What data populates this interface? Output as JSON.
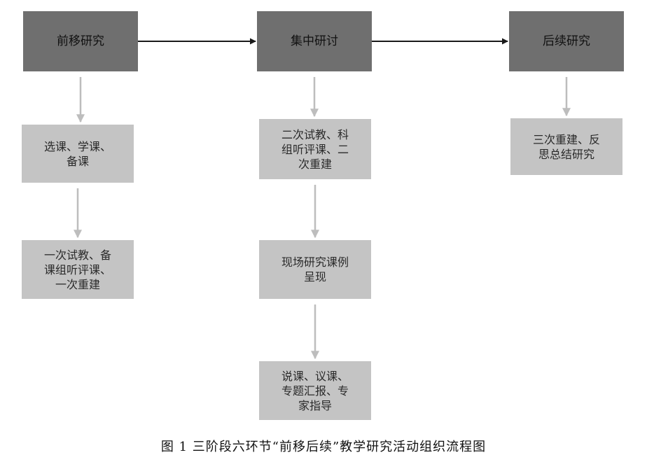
{
  "stages": [
    {
      "id": "s1",
      "label": "前移研究"
    },
    {
      "id": "s2",
      "label": "集中研讨"
    },
    {
      "id": "s3",
      "label": "后续研究"
    }
  ],
  "steps": [
    {
      "id": "a1",
      "label": "选课、学课、\n备课"
    },
    {
      "id": "a2",
      "label": "一次试教、备\n课组听评课、\n一次重建"
    },
    {
      "id": "b1",
      "label": "二次试教、科\n组听评课、二\n次重建"
    },
    {
      "id": "b2",
      "label": "现场研究课例\n呈现"
    },
    {
      "id": "b3",
      "label": "说课、议课、\n专题汇报、专\n家指导"
    },
    {
      "id": "c1",
      "label": "三次重建、反\n思总结研究"
    }
  ],
  "edges": [
    {
      "from": "s1",
      "to": "s2",
      "style": "dark"
    },
    {
      "from": "s2",
      "to": "s3",
      "style": "dark"
    },
    {
      "from": "s1",
      "to": "a1",
      "style": "light"
    },
    {
      "from": "a1",
      "to": "a2",
      "style": "light"
    },
    {
      "from": "s2",
      "to": "b1",
      "style": "light"
    },
    {
      "from": "b1",
      "to": "b2",
      "style": "light"
    },
    {
      "from": "b2",
      "to": "b3",
      "style": "light"
    },
    {
      "from": "s3",
      "to": "c1",
      "style": "light"
    }
  ],
  "caption": "图 1  三阶段六环节“前移后续”教学研究活动组织流程图",
  "colors": {
    "stage_fill": "#6f6f6f",
    "step_fill": "#c4c4c4",
    "dark_arrow": "#1a1a1a",
    "light_arrow": "#bdbdbd"
  }
}
